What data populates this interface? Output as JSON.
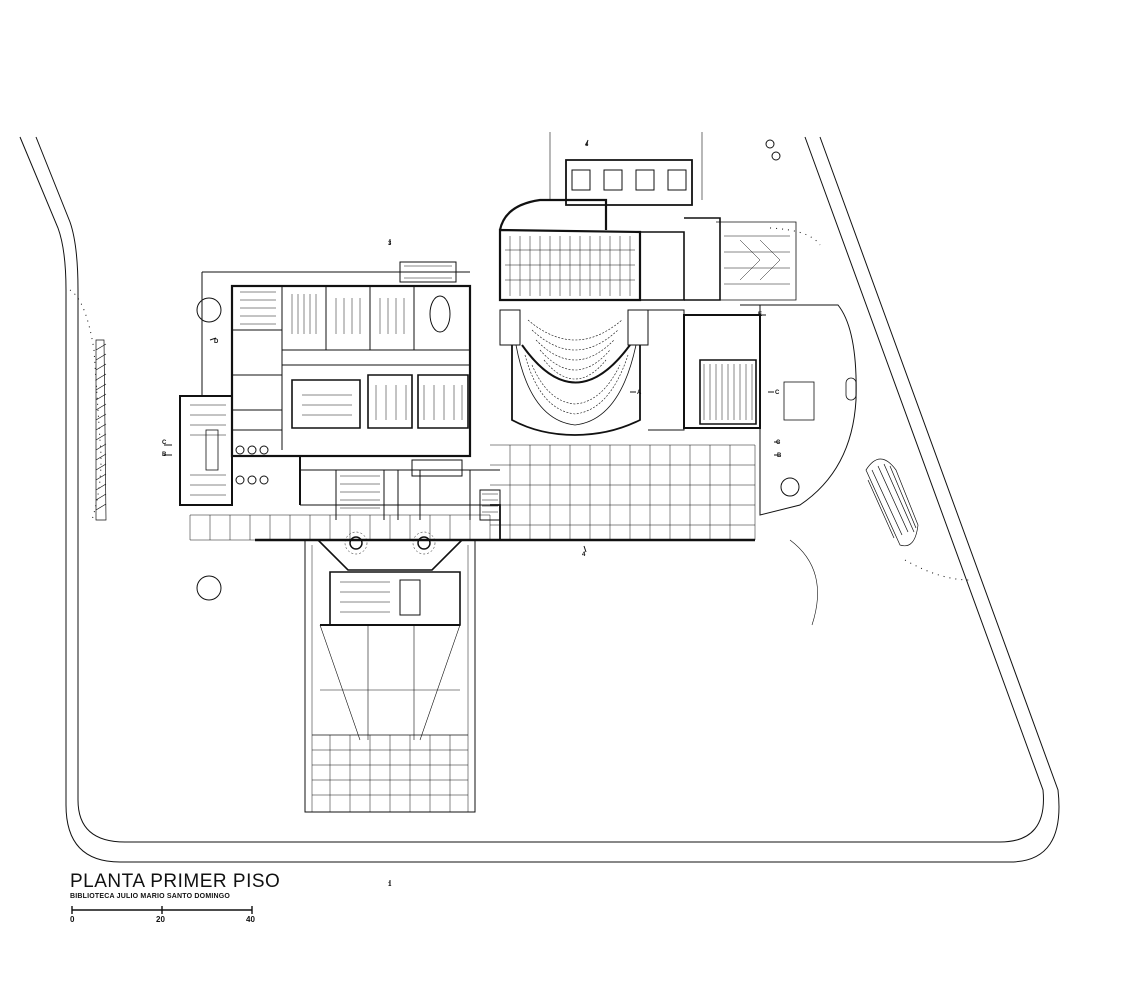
{
  "drawing": {
    "title": "PLANTA PRIMER PISO",
    "subtitle": "BIBLIOTECA JULIO MARIO SANTO DOMINGO"
  },
  "scale_bar": {
    "ticks": [
      "0",
      "20",
      "40"
    ]
  },
  "section_markers": {
    "a": "A",
    "b": "B",
    "c": "C",
    "d": "D",
    "e": "E",
    "n1": "1",
    "n3": "3",
    "n4": "4"
  }
}
